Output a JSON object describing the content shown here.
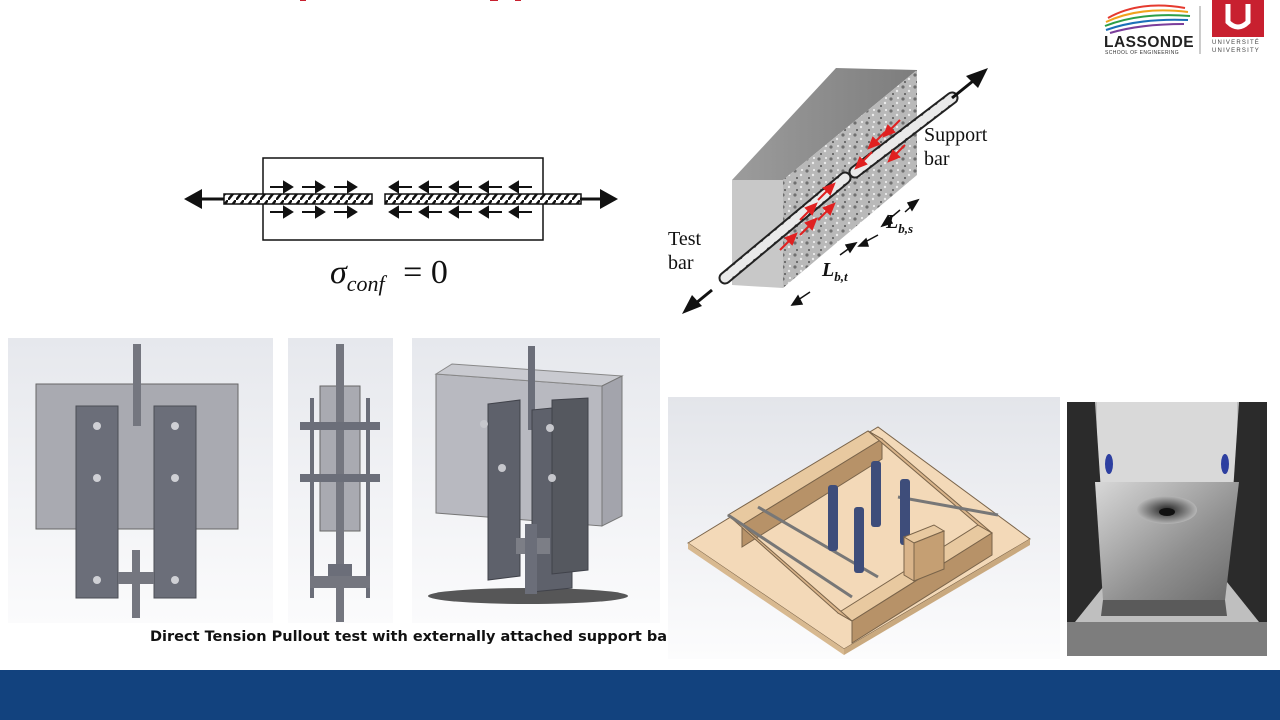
{
  "logo": {
    "lassonde_text": "LASSONDE",
    "lassonde_sub": "SCHOOL OF ENGINEERING",
    "univ_line1": "UNIVERSITÉ",
    "univ_line2": "UNIVERSITY",
    "mark": "U"
  },
  "schematic": {
    "sigma_symbol": "σ",
    "sigma_subscript": "conf",
    "sigma_value": "= 0"
  },
  "iso_diagram": {
    "support_bar_line1": "Support",
    "support_bar_line2": "bar",
    "test_bar_line1": "Test",
    "test_bar_line2": "bar",
    "lbs_main": "L",
    "lbs_sub": "b,s",
    "lbt_main": "L",
    "lbt_sub": "b,t"
  },
  "caption": "Direct Tension Pullout test with externally attached support bar",
  "colors": {
    "footer": "#12427e",
    "accent_red": "#c8202f",
    "arrow_red": "#e02020",
    "steel": "#6b6e79",
    "wood": "#f3d9b8"
  }
}
